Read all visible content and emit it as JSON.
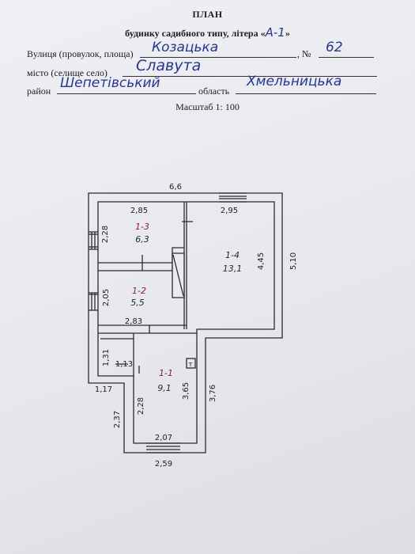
{
  "header": {
    "title": "ПЛАН",
    "subtitle_prefix": "будинку садибного типу, літера «",
    "letter": "А-1",
    "subtitle_suffix": "»",
    "street_label": "Вулиця (провулок, площа)",
    "street_value": "Козацька",
    "number_label": ", №",
    "number_value": "62",
    "city_label": "місто (селище село)",
    "city_value": "Славута",
    "district_label": "район",
    "district_value": "Шепетівський",
    "oblast_label": "область",
    "oblast_value": "Хмельницька",
    "scale": "Масштаб 1: 100"
  },
  "plan": {
    "overall_width": "6,6",
    "overall_depth": "5,10",
    "rooms": [
      {
        "id": "1-3",
        "area": "6,3",
        "width": "2,85",
        "depth": "2,28"
      },
      {
        "id": "1-2",
        "area": "5,5",
        "width": "2,83",
        "depth": "2,05"
      },
      {
        "id": "1-4",
        "area": "13,1",
        "width": "2,95",
        "depth": "4,45"
      },
      {
        "id": "1-1",
        "area": "9,1",
        "width": "2,07",
        "depth": "3,65",
        "inner_depth": "2,28"
      }
    ],
    "other_dims": {
      "vestibule_top": "1,31",
      "vestibule_width": "1,13",
      "porch_step": "1,17",
      "left_lower": "2,37",
      "bottom_total": "2,59",
      "right_lower": "3,76"
    },
    "stove_mark": "т"
  }
}
